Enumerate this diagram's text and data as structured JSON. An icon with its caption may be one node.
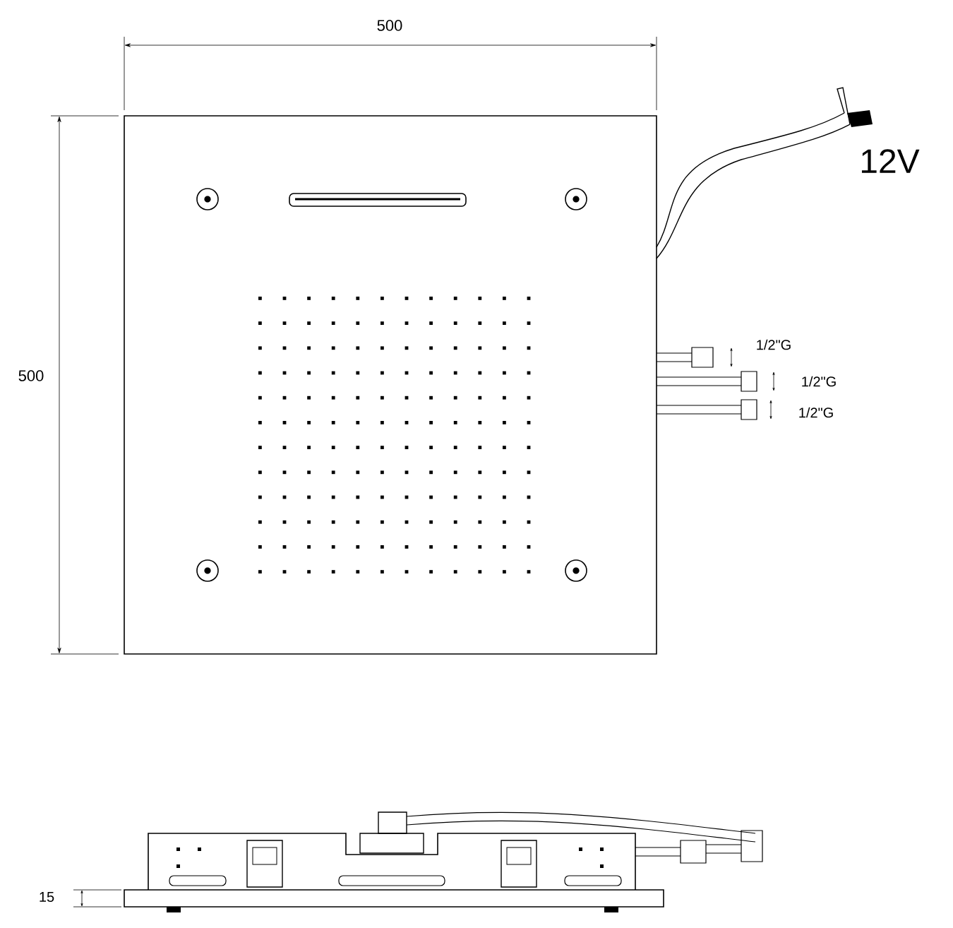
{
  "diagram": {
    "labels": [
      "500",
      "500",
      "12V",
      "1/2\"G",
      "1/2\"G",
      "1/2\"G",
      "15"
    ]
  }
}
